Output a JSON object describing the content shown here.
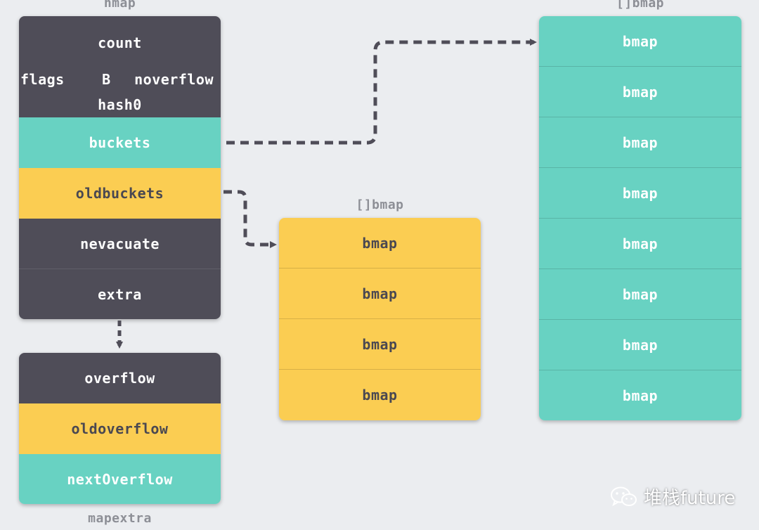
{
  "hmap": {
    "caption": "hmap",
    "count": "count",
    "flags": "flags",
    "B": "B",
    "noverflow": "noverflow",
    "hash0": "hash0",
    "buckets": "buckets",
    "oldbuckets": "oldbuckets",
    "nevacuate": "nevacuate",
    "extra": "extra"
  },
  "mapextra": {
    "caption": "mapextra",
    "overflow": "overflow",
    "oldoverflow": "oldoverflow",
    "nextOverflow": "nextOverflow"
  },
  "old_buckets_array": {
    "caption": "[]bmap",
    "items": [
      "bmap",
      "bmap",
      "bmap",
      "bmap"
    ]
  },
  "buckets_array": {
    "caption": "[]bmap",
    "items": [
      "bmap",
      "bmap",
      "bmap",
      "bmap",
      "bmap",
      "bmap",
      "bmap",
      "bmap"
    ]
  },
  "watermark": {
    "text": "堆栈future",
    "icon": "wechat-icon"
  },
  "colors": {
    "dark": "#4f4d58",
    "teal": "#68d2c2",
    "yellow": "#fbcd52",
    "arrow": "#4f4d58",
    "background": "#ebedf0"
  }
}
